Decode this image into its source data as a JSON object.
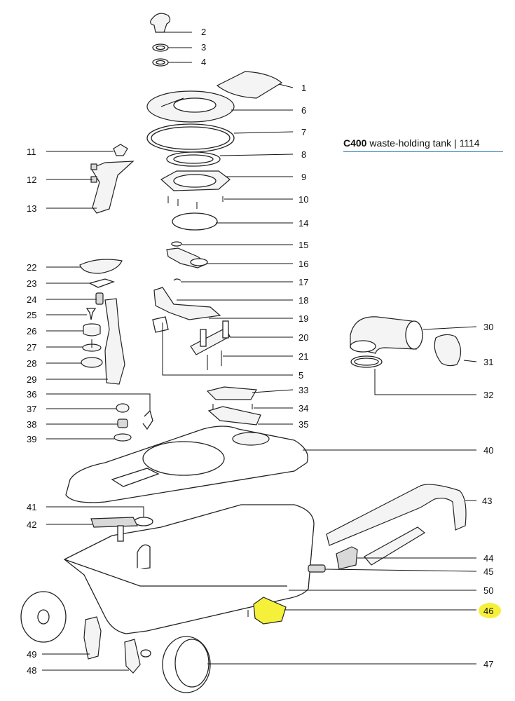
{
  "title": {
    "model": "C400",
    "description": "waste-holding tank | 1114"
  },
  "parts": [
    {
      "number": "1"
    },
    {
      "number": "2"
    },
    {
      "number": "3"
    },
    {
      "number": "4"
    },
    {
      "number": "5"
    },
    {
      "number": "6"
    },
    {
      "number": "7"
    },
    {
      "number": "8"
    },
    {
      "number": "9"
    },
    {
      "number": "10"
    },
    {
      "number": "11"
    },
    {
      "number": "12"
    },
    {
      "number": "13"
    },
    {
      "number": "14"
    },
    {
      "number": "15"
    },
    {
      "number": "16"
    },
    {
      "number": "17"
    },
    {
      "number": "18"
    },
    {
      "number": "19"
    },
    {
      "number": "20"
    },
    {
      "number": "21"
    },
    {
      "number": "22"
    },
    {
      "number": "23"
    },
    {
      "number": "24"
    },
    {
      "number": "25"
    },
    {
      "number": "26"
    },
    {
      "number": "27"
    },
    {
      "number": "28"
    },
    {
      "number": "29"
    },
    {
      "number": "30"
    },
    {
      "number": "31"
    },
    {
      "number": "32"
    },
    {
      "number": "33"
    },
    {
      "number": "34"
    },
    {
      "number": "35"
    },
    {
      "number": "36"
    },
    {
      "number": "37"
    },
    {
      "number": "38"
    },
    {
      "number": "39"
    },
    {
      "number": "40"
    },
    {
      "number": "41"
    },
    {
      "number": "42"
    },
    {
      "number": "43"
    },
    {
      "number": "44"
    },
    {
      "number": "45"
    },
    {
      "number": "46",
      "highlighted": true
    },
    {
      "number": "47"
    },
    {
      "number": "48"
    },
    {
      "number": "49"
    },
    {
      "number": "50"
    }
  ],
  "colors": {
    "highlight": "#f5f03a",
    "title_rule": "#2f7fb5",
    "line": "#222222"
  }
}
